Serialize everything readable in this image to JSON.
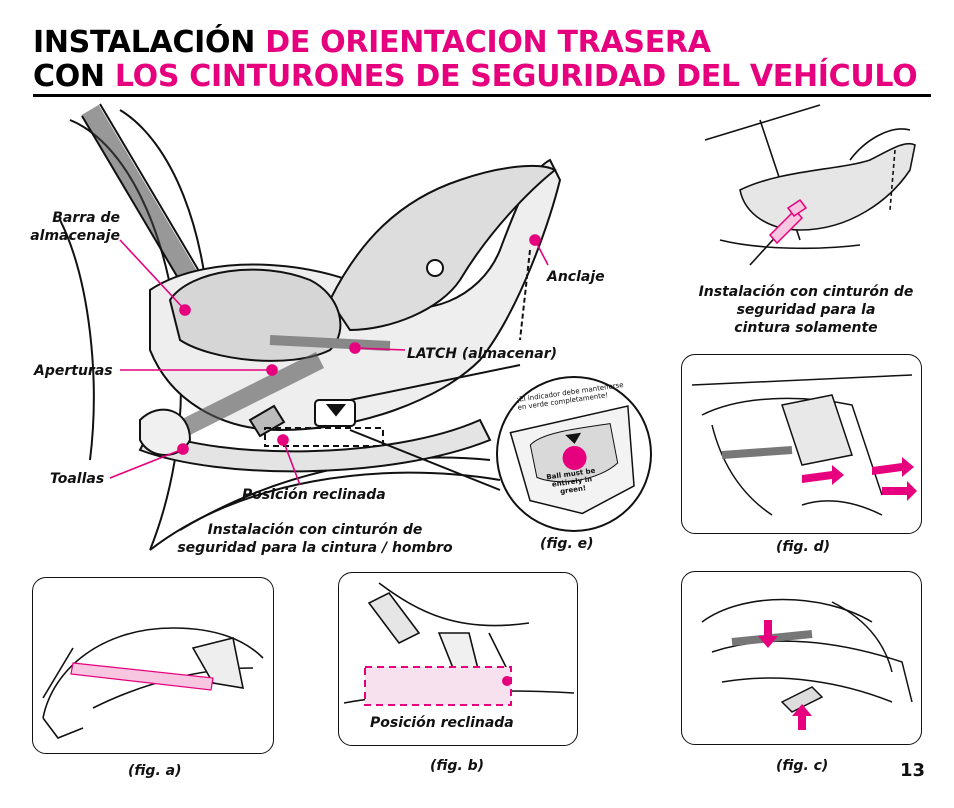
{
  "title": {
    "line1_black": "INSTALACIÓN",
    "line1_pink": "DE ORIENTACION TRASERA",
    "line2_black": "CON",
    "line2_pink": "LOS CINTURONES DE SEGURIDAD DEL VEHÍCULO"
  },
  "main_figure": {
    "labels": {
      "barra_line1": "Barra de",
      "barra_line2": "almacenaje",
      "aperturas": "Aperturas",
      "toallas": "Toallas",
      "anclaje": "Anclaje",
      "latch": "LATCH (almacenar)",
      "posicion": "Posición reclinada",
      "caption_line1": "Instalación con cinturón de",
      "caption_line2": "seguridad para la cintura / hombro"
    }
  },
  "fig_e": {
    "caption": "(fig. e)",
    "indicator_line1": "¡El indicador debe mantenerse",
    "indicator_line2": "en verde completamente!",
    "ball_line1": "Ball must be",
    "ball_line2": "entirely in",
    "ball_line3": "green!"
  },
  "top_right": {
    "caption_line1": "Instalación con cinturón de",
    "caption_line2": "seguridad para la",
    "caption_line3": "cintura solamente"
  },
  "fig_d": {
    "caption": "(fig. d)"
  },
  "fig_a": {
    "caption": "(fig. a)"
  },
  "fig_b": {
    "caption": "(fig. b)",
    "label": "Posición reclinada"
  },
  "fig_c": {
    "caption": "(fig. c)"
  },
  "page_number": "13",
  "colors": {
    "accent": "#e6007e",
    "ink": "#111111",
    "light_pink": "#f7c6e0"
  }
}
